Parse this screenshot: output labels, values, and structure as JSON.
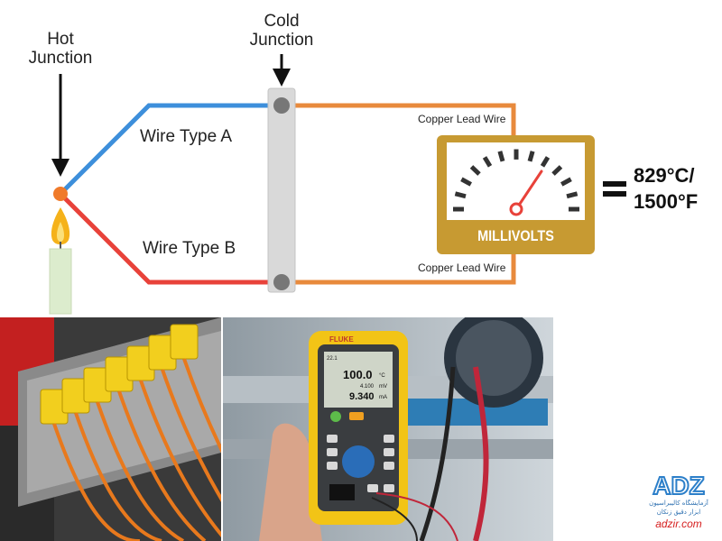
{
  "diagram": {
    "hot_junction_label": [
      "Hot",
      "Junction"
    ],
    "cold_junction_label": [
      "Cold",
      "Junction"
    ],
    "wire_a_label": "Wire Type A",
    "wire_b_label": "Wire Type B",
    "copper_top_label": "Copper Lead Wire",
    "copper_bottom_label": "Copper Lead Wire",
    "meter_label": "MILLIVOLTS",
    "equals_sign": "=",
    "reading": [
      "829°C/",
      "1500°F"
    ],
    "colors": {
      "wire_a": "#3d8fdb",
      "wire_b": "#e8423a",
      "copper": "#e88a3c",
      "meter_gold": "#c79a32",
      "hot_junction": "#f07a2a",
      "terminal_bar": "#d9d9d9"
    }
  },
  "photos": {
    "calibrator": {
      "brand": "FLUKE",
      "screen_main": "100.0",
      "screen_main_unit": "°C",
      "screen_sub1": "4.100",
      "screen_sub1_unit": "mV",
      "screen_sub2": "9.340",
      "screen_sub2_unit": "mA",
      "screen_corner": "22.1"
    }
  },
  "logo": {
    "mark": "ADZ",
    "persian_line1": "آزمایشگاه کالیبراسیون",
    "persian_line2": "ابزار دقیق زنکان",
    "site": "adzir.com"
  }
}
